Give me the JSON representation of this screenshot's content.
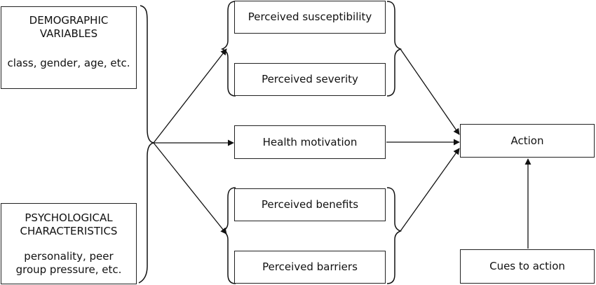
{
  "demographic": {
    "title_line1": "DEMOGRAPHIC",
    "title_line2": "VARIABLES",
    "detail": "class, gender, age, etc."
  },
  "psychological": {
    "title_line1": "PSYCHOLOGICAL",
    "title_line2": "CHARACTERISTICS",
    "detail_line1": "personality, peer",
    "detail_line2": "group pressure, etc."
  },
  "perceptions": {
    "susceptibility": "Perceived susceptibility",
    "severity": "Perceived severity",
    "health_motivation": "Health motivation",
    "benefits": "Perceived benefits",
    "barriers": "Perceived barriers"
  },
  "action": "Action",
  "cues": "Cues to action",
  "colors": {
    "line": "#222222",
    "background": "#ffffff"
  }
}
